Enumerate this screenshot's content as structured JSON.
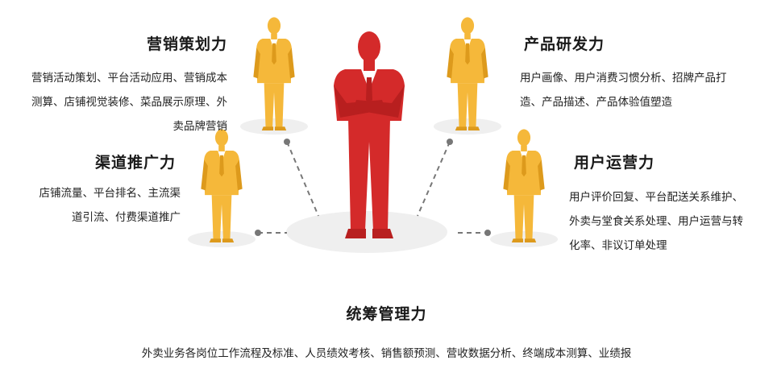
{
  "center": {
    "title": "统筹管理力",
    "desc": [
      "外卖业务各岗位工作流程及标准、人员绩效考核、销售额预测、营收数据分析、终端成本测算、业绩报"
    ]
  },
  "nodes": {
    "marketing": {
      "title": "营销策划力",
      "desc": [
        "营销活动策划、平台活动应用、营销成本",
        "测算、店铺视觉装修、菜品展示原理、外",
        "卖品牌营销"
      ]
    },
    "product": {
      "title": "产品研发力",
      "desc": [
        "用户画像、用户消费习惯分析、招牌产品打",
        "造、产品描述、产品体验值塑造"
      ]
    },
    "channel": {
      "title": "渠道推广力",
      "desc": [
        "店铺流量、平台排名、主流渠",
        "道引流、付费渠道推广"
      ]
    },
    "user_ops": {
      "title": "用户运营力",
      "desc": [
        "用户评价回复、平台配送关系维护、",
        "外卖与堂食关系处理、用户运营与转",
        "化率、非议订单处理"
      ]
    }
  },
  "colors": {
    "leader": "#d42a2a",
    "member": "#f5b83a",
    "member_dark": "#dd9a1c",
    "shadow": "#efefef",
    "connector": "#777777"
  },
  "icons": [
    "leader-figure-icon",
    "member-figure-icon"
  ]
}
